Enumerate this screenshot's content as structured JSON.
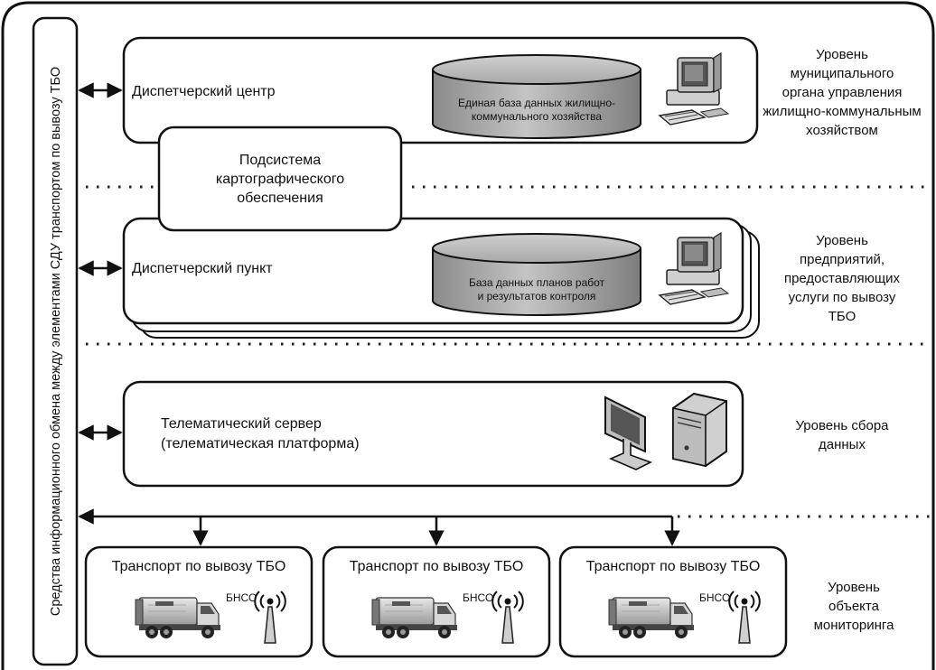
{
  "vertical_bus_label": "Средства информационного обмена между элементами СДУ транспортом по вывозу ТБО",
  "dispatch_center": {
    "label": "Диспетчерский центр",
    "database": [
      "Единая база данных жилищно-",
      "коммунального хозяйства"
    ]
  },
  "cartography": {
    "lines": [
      "Подсистема",
      "картографического",
      "обеспечения"
    ]
  },
  "dispatch_point": {
    "label": "Диспетчерский пункт",
    "database": [
      "База данных планов работ",
      "и результатов контроля"
    ]
  },
  "telematics": {
    "lines": [
      "Телематический сервер",
      "(телематическая платформа)"
    ]
  },
  "vehicles": [
    {
      "title": "Транспорт по вывозу ТБО",
      "device": "БНСО"
    },
    {
      "title": "Транспорт по вывозу ТБО",
      "device": "БНСО"
    },
    {
      "title": "Транспорт по вывозу ТБО",
      "device": "БНСО"
    }
  ],
  "levels": {
    "municipal": [
      "Уровень",
      "муниципального",
      "органа управления",
      "жилищно-коммунальным",
      "хозяйством"
    ],
    "enterprise": [
      "Уровень",
      "предприятий,",
      "предоставляющих",
      "услуги по вывозу",
      "ТБО"
    ],
    "collection": [
      "Уровень сбора",
      "данных"
    ],
    "object": [
      "Уровень",
      "объекта",
      "мониторинга"
    ]
  },
  "icons": [
    "computer-icon",
    "server-icon",
    "monitor-icon",
    "garbage-truck-icon",
    "antenna-icon",
    "database-cylinder"
  ]
}
